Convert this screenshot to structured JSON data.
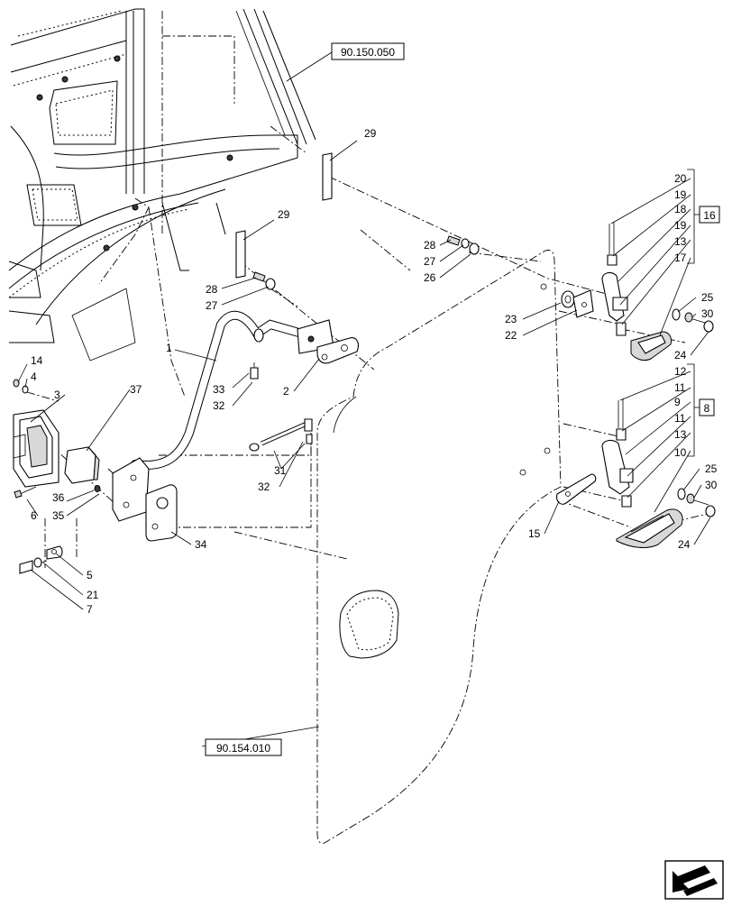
{
  "references": {
    "cab_frame": "90.150.050",
    "door": "90.154.010"
  },
  "boxed_groups": {
    "upper_hinge": "16",
    "lower_hinge": "8"
  },
  "callouts": {
    "c1": "1",
    "c2": "2",
    "c3": "3",
    "c4": "4",
    "c5": "5",
    "c6": "6",
    "c7": "7",
    "c9": "9",
    "c10": "10",
    "c11a": "11",
    "c11b": "11",
    "c12": "12",
    "c13a": "13",
    "c13b": "13",
    "c14": "14",
    "c15": "15",
    "c17": "17",
    "c18": "18",
    "c19a": "19",
    "c19b": "19",
    "c20": "20",
    "c21": "21",
    "c22": "22",
    "c23": "23",
    "c24a": "24",
    "c24b": "24",
    "c25a": "25",
    "c25b": "25",
    "c26": "26",
    "c27a": "27",
    "c27b": "27",
    "c28a": "28",
    "c28b": "28",
    "c29a": "29",
    "c29b": "29",
    "c30a": "30",
    "c30b": "30",
    "c31": "31",
    "c32a": "32",
    "c32b": "32",
    "c33": "33",
    "c34": "34",
    "c35": "35",
    "c36": "36",
    "c37": "37"
  },
  "icons": {
    "corner": "arrow-icon"
  }
}
